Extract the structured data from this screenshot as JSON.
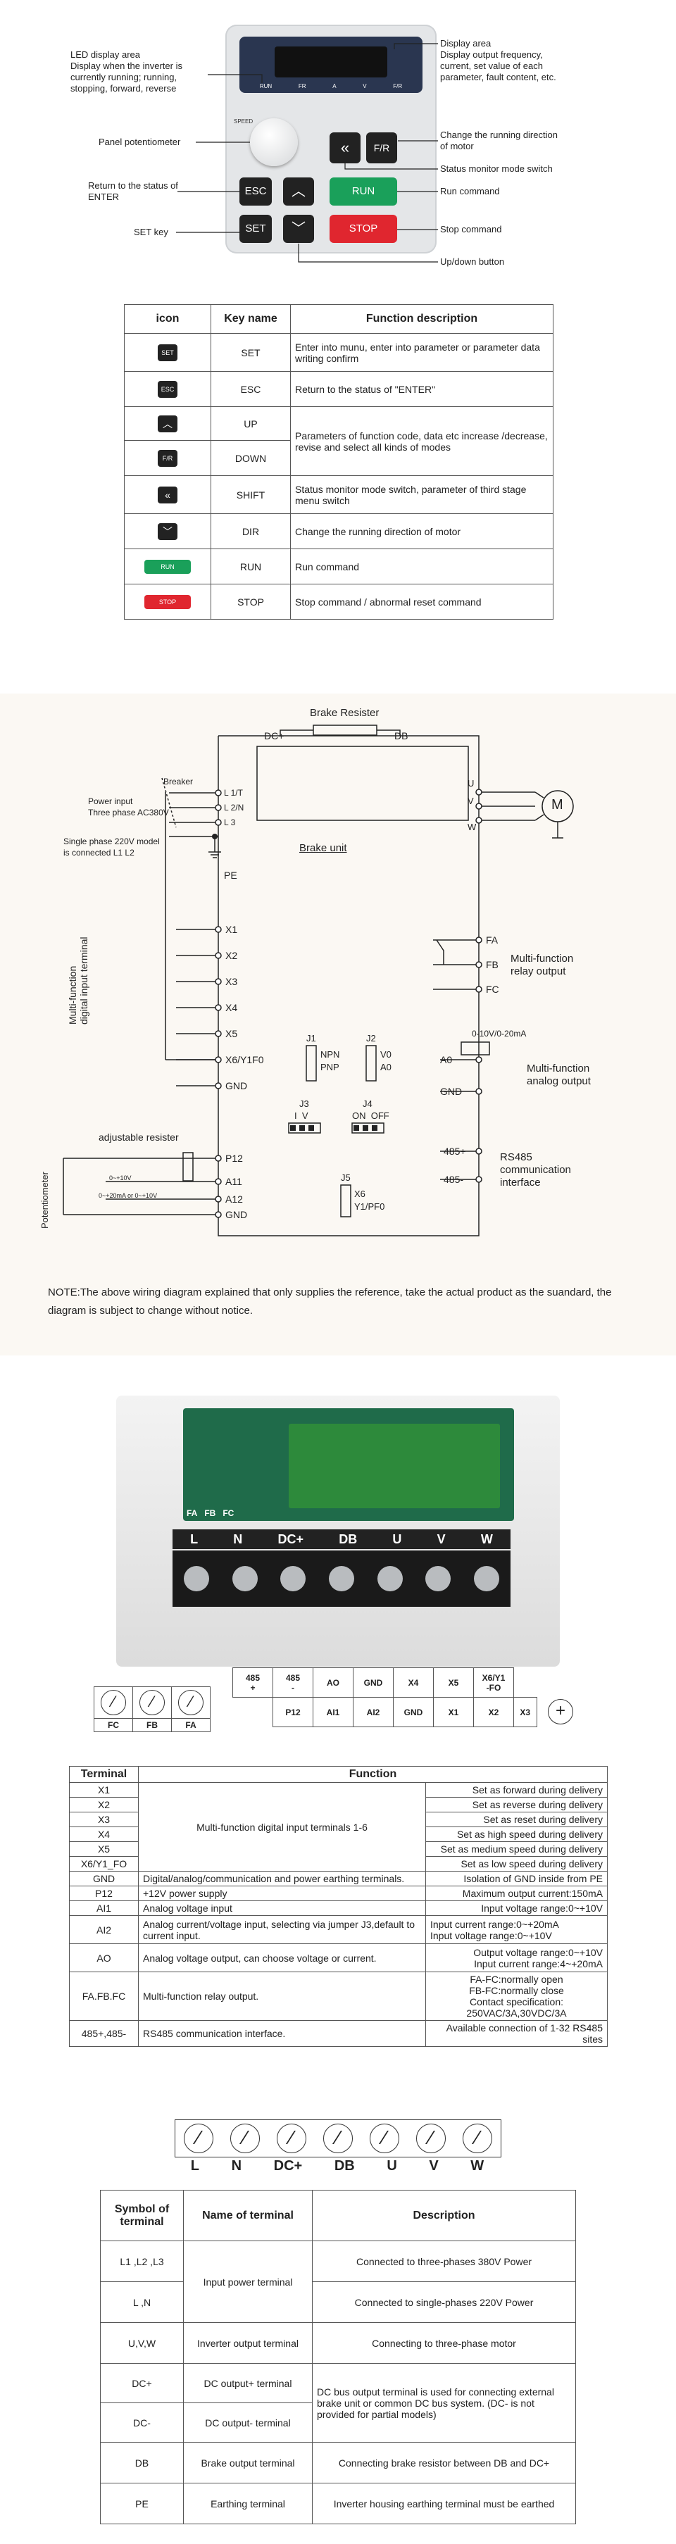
{
  "panel": {
    "display_labels": [
      "RUN",
      "FR",
      "A",
      "V",
      "F/R"
    ],
    "speed_label": "SPEED",
    "keys": {
      "esc": "ESC",
      "set": "SET",
      "run": "RUN",
      "stop": "STOP",
      "fr": "F/R"
    },
    "callouts_left": [
      "LED display area\nDisplay when the inverter is currently running; running, stopping, forward, reverse",
      "Panel potentiometer",
      "Return to the status of ENTER",
      "SET key"
    ],
    "callouts_right": [
      "Display area\nDisplay output frequency, current, set value of each parameter, fault content, etc.",
      "Change the running direction of motor",
      "Status monitor mode switch",
      "Run command",
      "Stop command",
      "Up/down button"
    ]
  },
  "key_table": {
    "headers": [
      "icon",
      "Key name",
      "Function description"
    ],
    "rows": [
      {
        "icon": "SET",
        "name": "SET",
        "desc": "Enter into munu, enter into parameter or parameter data writing confirm"
      },
      {
        "icon": "ESC",
        "name": "ESC",
        "desc": "Return to the status of \"ENTER\""
      },
      {
        "icon": "UP",
        "name": "UP",
        "desc": "Parameters of function code, data etc increase /decrease, revise and select all kinds of modes"
      },
      {
        "icon": "F/R",
        "name": "DOWN",
        "desc": ""
      },
      {
        "icon": "SHIFT",
        "name": "SHIFT",
        "desc": "Status monitor mode switch, parameter of third stage menu switch"
      },
      {
        "icon": "DIR",
        "name": "DIR",
        "desc": "Change the running direction of motor"
      },
      {
        "icon": "RUN",
        "name": "RUN",
        "desc": "Run command"
      },
      {
        "icon": "STOP",
        "name": "STOP",
        "desc": "Stop command / abnormal reset command"
      }
    ]
  },
  "wiring": {
    "brake_resister": "Brake Resister",
    "dc_plus": "DC+",
    "db": "DB",
    "breaker": "Breaker",
    "power_input": "Power input",
    "three_phase": "Three phase AC380V",
    "single_phase": "Single phase 220V model\nis connected L1 L2",
    "inputs": [
      "L 1/T",
      "L 2/N",
      "L 3"
    ],
    "pe": "PE",
    "outputs": [
      "U",
      "V",
      "W"
    ],
    "motor": "M",
    "brake_unit": "Brake unit",
    "digital_terms": [
      "X1",
      "X2",
      "X3",
      "X4",
      "X5",
      "X6/Y1F0",
      "GND"
    ],
    "digital_label": "Multi-function\ndigital input terminal",
    "analog_terms": [
      "P12",
      "A11",
      "A12",
      "GND"
    ],
    "adjustable_resister": "adjustable resister",
    "potentiometer": "Potentiometer",
    "range1": "0~+10V",
    "range2": "0~+20mA or 0~+10V",
    "j1": "J1",
    "j1_opts": [
      "NPN",
      "PNP"
    ],
    "j2": "J2",
    "j2_opts": [
      "V0",
      "A0"
    ],
    "j3": "J3",
    "j3_opts": "I  V",
    "j4": "J4",
    "j4_opts": "ON  OFF",
    "j5": "J5",
    "j5_opts": [
      "X6",
      "Y1/PF0"
    ],
    "relay_terms": [
      "FA",
      "FB",
      "FC"
    ],
    "relay_label": "Multi-function\nrelay output",
    "ao_term": "A0",
    "ao_range": "0-10V/0-20mA",
    "ao_gnd": "GND",
    "analog_out_label": "Multi-function\nanalog output",
    "rs485_terms": [
      "485+",
      "485-"
    ],
    "rs485_label": "RS485\ncommunication\ninterface",
    "note": "NOTE:The above wiring diagram explained that only supplies the reference, take the actual product as the suandard, the diagram is subject to change without notice."
  },
  "terminal_strip": {
    "relay": [
      "FC",
      "FB",
      "FA"
    ],
    "top": [
      "485\n+",
      "485\n-",
      "AO",
      "GND",
      "X4",
      "X5",
      "X6/Y1\n-FO"
    ],
    "bottom": [
      "P12",
      "AI1",
      "AI2",
      "GND",
      "X1",
      "X2",
      "X3"
    ]
  },
  "control_table": {
    "headers": [
      "Terminal",
      "Function"
    ],
    "rows": [
      {
        "t": "X1",
        "f": "",
        "r": "Set as forward during delivery"
      },
      {
        "t": "X2",
        "f": "",
        "r": "Set as reverse during delivery"
      },
      {
        "t": "X3",
        "f": "Multi-function digital input terminals 1-6",
        "r": "Set as reset during delivery"
      },
      {
        "t": "X4",
        "f": "",
        "r": "Set as high speed during delivery"
      },
      {
        "t": "X5",
        "f": "",
        "r": "Set as medium speed during delivery"
      },
      {
        "t": "X6/Y1_FO",
        "f": "",
        "r": "Set as low speed during delivery"
      },
      {
        "t": "GND",
        "f": "Digital/analog/communication and power earthing terminals.",
        "r": "Isolation of GND inside from PE"
      },
      {
        "t": "P12",
        "f": "+12V power supply",
        "r": "Maximum output current:150mA"
      },
      {
        "t": "AI1",
        "f": "Analog voltage input",
        "r": "Input voltage range:0~+10V"
      },
      {
        "t": "AI2",
        "f": "Analog current/voltage input, selecting via jumper J3,default to current input.",
        "r": "Input current range:0~+20mA\nInput voltage range:0~+10V"
      },
      {
        "t": "AO",
        "f": "Analog voltage output, can choose voltage or current.",
        "r": "Output voltage range:0~+10V\nInput current range:4~+20mA"
      },
      {
        "t": "FA.FB.FC",
        "f": "Multi-function relay output.",
        "r": "FA-FC:normally open\nFB-FC:normally close\nContact specification:\n250VAC/3A,30VDC/3A"
      },
      {
        "t": "485+,485-",
        "f": "RS485 communication interface.",
        "r": "Available connection of 1-32 RS485 sites"
      }
    ]
  },
  "power_strip": [
    "L",
    "N",
    "DC+",
    "DB",
    "U",
    "V",
    "W"
  ],
  "photo_labels": [
    "L",
    "N",
    "DC+",
    "DB",
    "U",
    "V",
    "W"
  ],
  "photo_relay": [
    "FA",
    "FB",
    "FC"
  ],
  "power_table": {
    "headers": [
      "Symbol of terminal",
      "Name of terminal",
      "Description"
    ],
    "rows": [
      {
        "s": "L1 ,L2 ,L3",
        "n": "Input power terminal",
        "d": "Connected to three-phases 380V Power"
      },
      {
        "s": "L ,N",
        "n": "",
        "d": "Connected to single-phases 220V Power"
      },
      {
        "s": "U,V,W",
        "n": "Inverter output terminal",
        "d": "Connecting to three-phase motor"
      },
      {
        "s": "DC+",
        "n": "DC output+ terminal",
        "d": "DC bus output terminal is used for connecting external brake unit or common DC bus system. (DC- is not provided for partial models)"
      },
      {
        "s": "DC-",
        "n": "DC output- terminal",
        "d": ""
      },
      {
        "s": "DB",
        "n": "Brake output terminal",
        "d": "Connecting brake resistor between DB and DC+"
      },
      {
        "s": "PE",
        "n": "Earthing terminal",
        "d": "Inverter housing earthing terminal must be earthed"
      }
    ]
  }
}
